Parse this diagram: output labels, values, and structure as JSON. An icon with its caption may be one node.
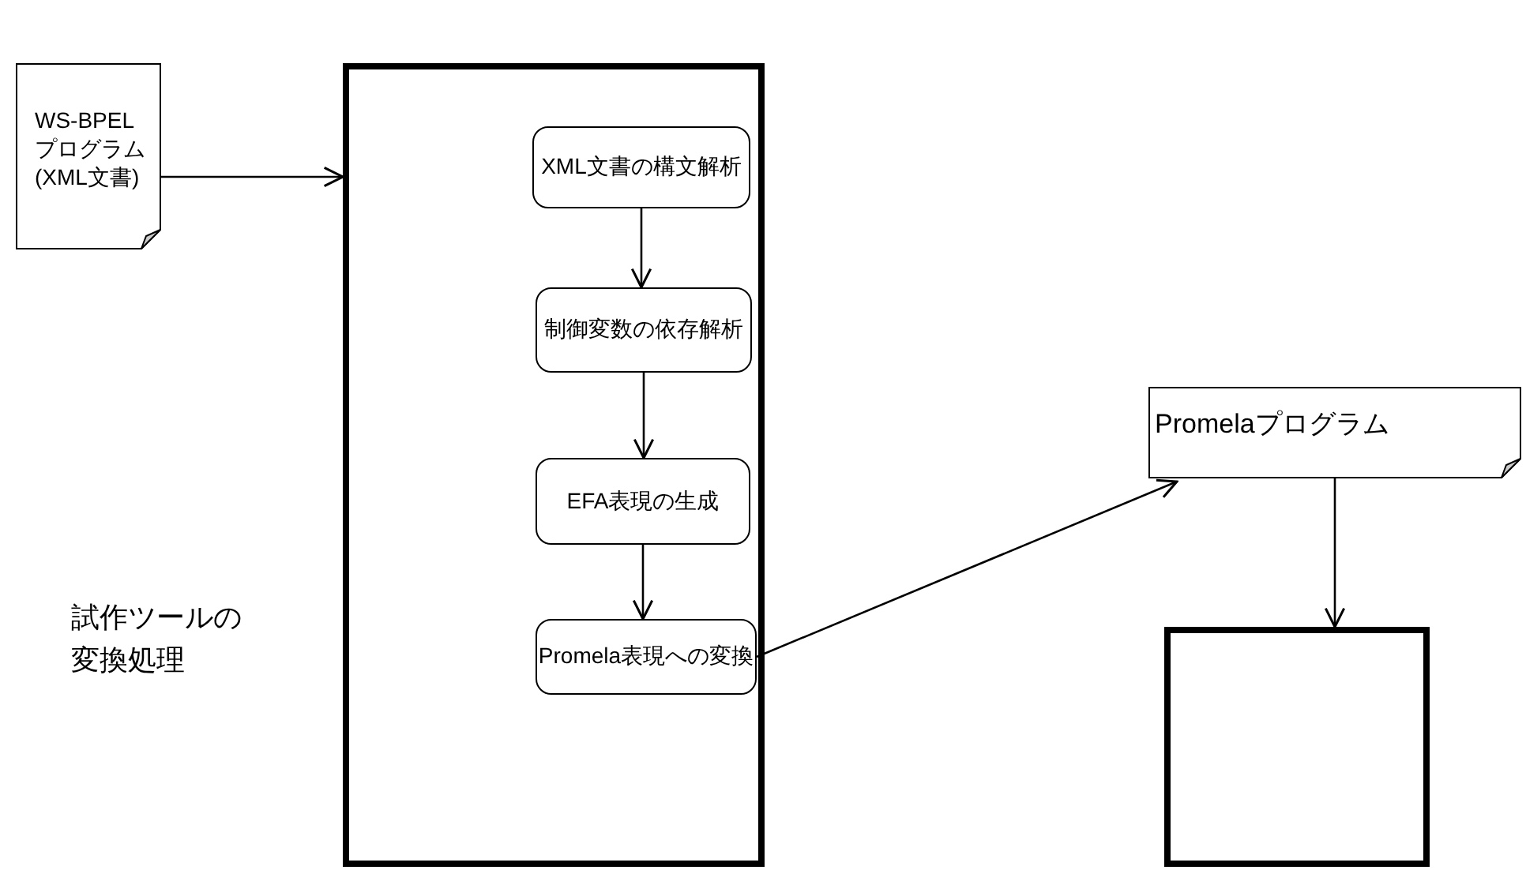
{
  "diagram": {
    "nodes": [
      {
        "text": [
          "WS-BPEL プログラム (XML文書)"
        ]
      },
      {
        "text": [],
        "shape": "box"
      },
      {
        "text": [
          "XML文書の構文解析"
        ],
        "in": 1
      },
      {
        "text": [
          "制御変数の依存解析"
        ],
        "in": 1
      },
      {
        "text": [
          "EFA表現の生成"
        ],
        "in": 1
      },
      {
        "text": [
          "Promela表現への変換"
        ],
        "in": 1
      },
      {
        "text": [
          "Promelaプログラム"
        ]
      },
      {
        "text": [],
        "shape": "box"
      }
    ],
    "edges": [
      {
        "from": 0,
        "to": 1,
        "arrow": "to"
      },
      {
        "from": 2,
        "to": 3,
        "arrow": "to"
      },
      {
        "from": 3,
        "to": 4,
        "arrow": "to"
      },
      {
        "from": 4,
        "to": 5,
        "arrow": "to"
      },
      {
        "from": 5,
        "to": 6,
        "arrow": "to"
      },
      {
        "from": 6,
        "to": 7,
        "arrow": "to"
      }
    ],
    "labels": [
      "試作ツールの変換処理"
    ]
  }
}
